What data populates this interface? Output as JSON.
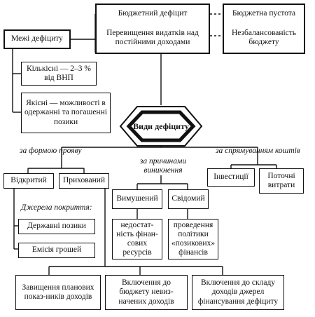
{
  "nodes": {
    "deficit": "Бюджетний дефіцит",
    "deficit_def": "Перевищення видатків над постійними доходами",
    "pustota": "Бюджетна пустота",
    "pustota_def": "Незбалансованість бюджету",
    "mezhi": "Межі дефіциту",
    "kilkisni": "Кількісні — 2–3 % від ВНП",
    "yakisni": "Якісні — можливості в одержанні та погашенні позики",
    "vydy": "Види дефіциту",
    "vidkrytyi": "Відкритий",
    "prykhovanyi": "Прихований",
    "investytsii": "Інвестиції",
    "potochni": "Поточні витрати",
    "vymushenyi": "Вимушений",
    "svidomyi": "Свідомий",
    "nedostatnist": "недостат-ність фінан-сових ресурсів",
    "polityka": "проведення політики «позикових» фінансів",
    "pozyky": "Державні позики",
    "emisiia": "Емісія грошей",
    "zavyshchennia": "Завищення планових показ-ників доходів",
    "vkliuchennia1": "Включення до бюджету невиз-начених доходів",
    "vkliuchennia2": "Включення до складу доходів джерел фінансування дефіциту"
  },
  "branches": {
    "forma": "за формою прояву",
    "prychyny": "за причинами виникнення",
    "spriamuvannia": "за спрямуванням коштів",
    "dzherela": "Джерела покриття:"
  }
}
